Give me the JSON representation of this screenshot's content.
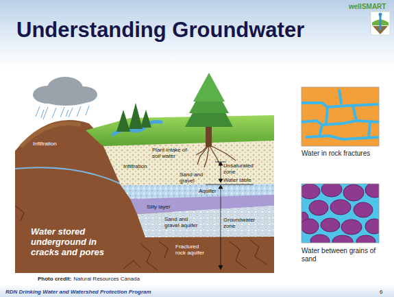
{
  "diagram": {
    "title": "Understanding Groundwater",
    "labels": [
      "wellSMART",
      "Infiltration",
      "Infiltration",
      "Plant intake of soil water",
      "Sand and gravel",
      "Unsaturated zone",
      "Water table",
      "Aquifer",
      "Silty layer",
      "Groundwater zone",
      "Sand and gravel aquifer",
      "Water stored underground in cracks and pores",
      "Fractured rock aquifer",
      "Water in rock fractures",
      "Water between grains of sand",
      "Photo credit:",
      "Natural Resources Canada",
      "RDN Drinking Water and Watershed Protection Program",
      "6"
    ]
  }
}
